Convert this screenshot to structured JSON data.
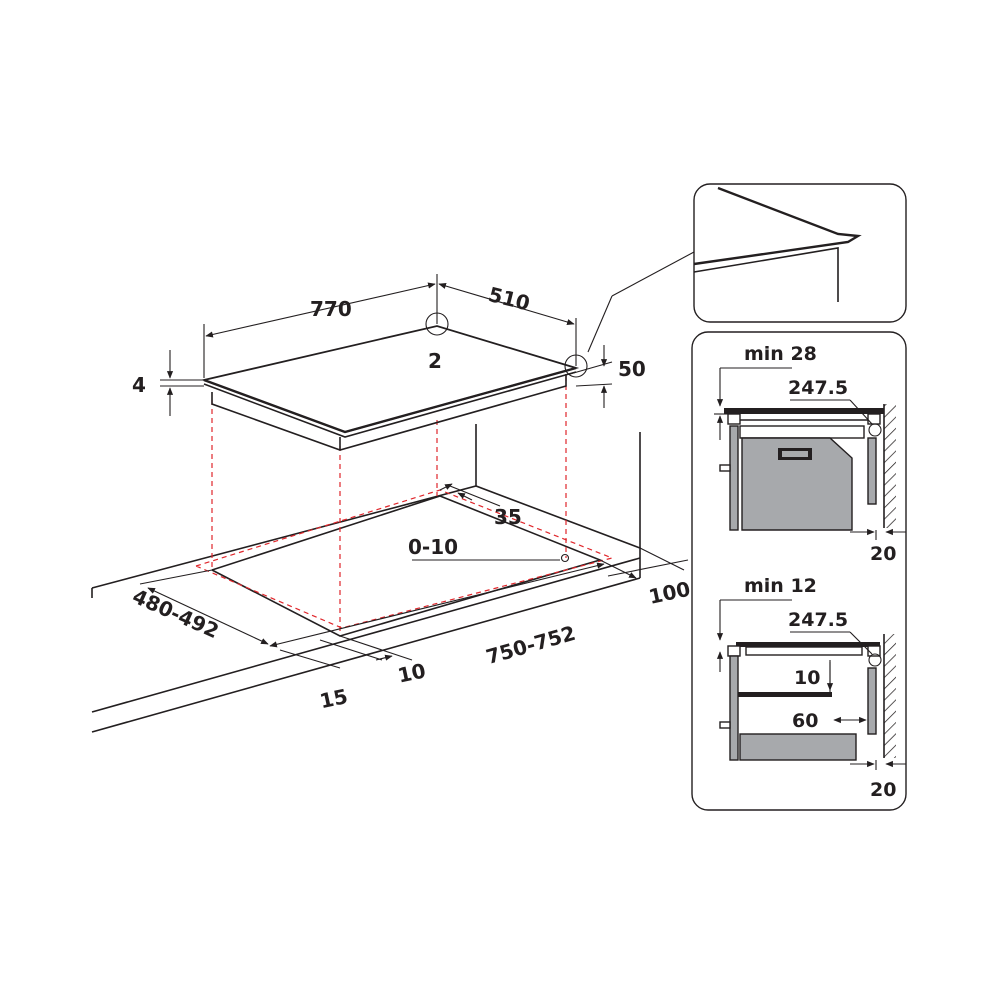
{
  "colors": {
    "line": "#231f20",
    "cutout_dashed": "#e0262b",
    "fill_gray": "#a7a9ac"
  },
  "main_view": {
    "width": "770",
    "depth": "510",
    "corner_radius": "2",
    "glass_thickness": "4",
    "hob_height": "50",
    "cutout_depth": "480-492",
    "cutout_width": "750-752",
    "front_gap": "15",
    "min_front_edge": "10",
    "rear_clearance": "35",
    "corner_tolerance": "0-10",
    "min_wall_distance": "100"
  },
  "side_view_oven": {
    "min_label": "min 28",
    "position": "247.5",
    "wall_gap": "20"
  },
  "side_view_drawer": {
    "min_label": "min 12",
    "position": "247.5",
    "gap": "10",
    "depth": "60",
    "wall_gap": "20"
  }
}
